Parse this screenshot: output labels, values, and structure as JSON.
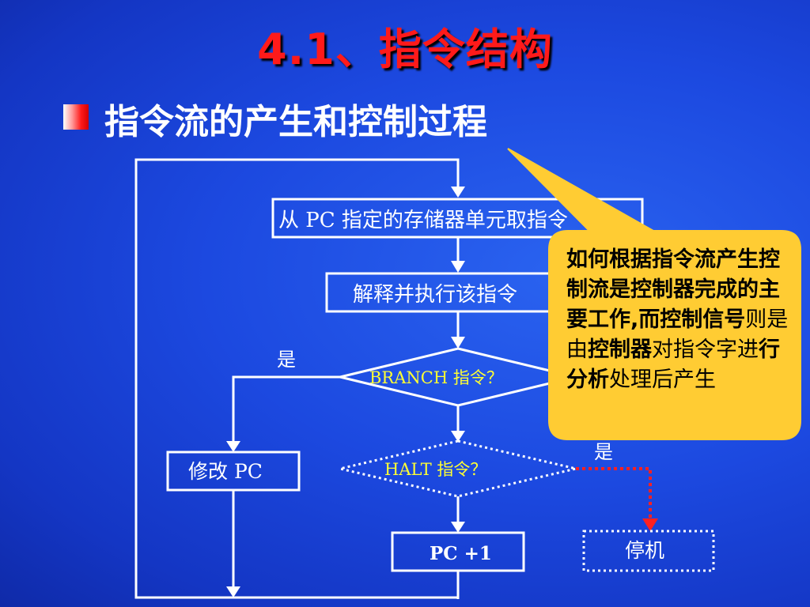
{
  "title": "4.1、指令结构",
  "subtitle": "指令流的产生和控制过程",
  "flow": {
    "fetch": "从 PC 指定的存储器单元取指令",
    "decode": "解释并执行该指令",
    "branch": "BRANCH 指令？",
    "halt": "HALT 指令？",
    "modify_pc": "修改 PC",
    "pc_inc": "PC +1",
    "stop": "停机",
    "yes_branch": "是",
    "yes_halt": "是"
  },
  "callout": {
    "bold1": "如何根据指令流产生控制流是控制器完成的主要工作,",
    "bold2": "而控制信号",
    "normal1": "则是由",
    "bold3": "控制器",
    "normal2": "对指令字进",
    "bold4": "行分析",
    "normal3": "处理后产生"
  },
  "colors": {
    "title": "#ff1a1a",
    "callout_fill": "#ffcc33",
    "halt_arrow": "#ff2020"
  }
}
